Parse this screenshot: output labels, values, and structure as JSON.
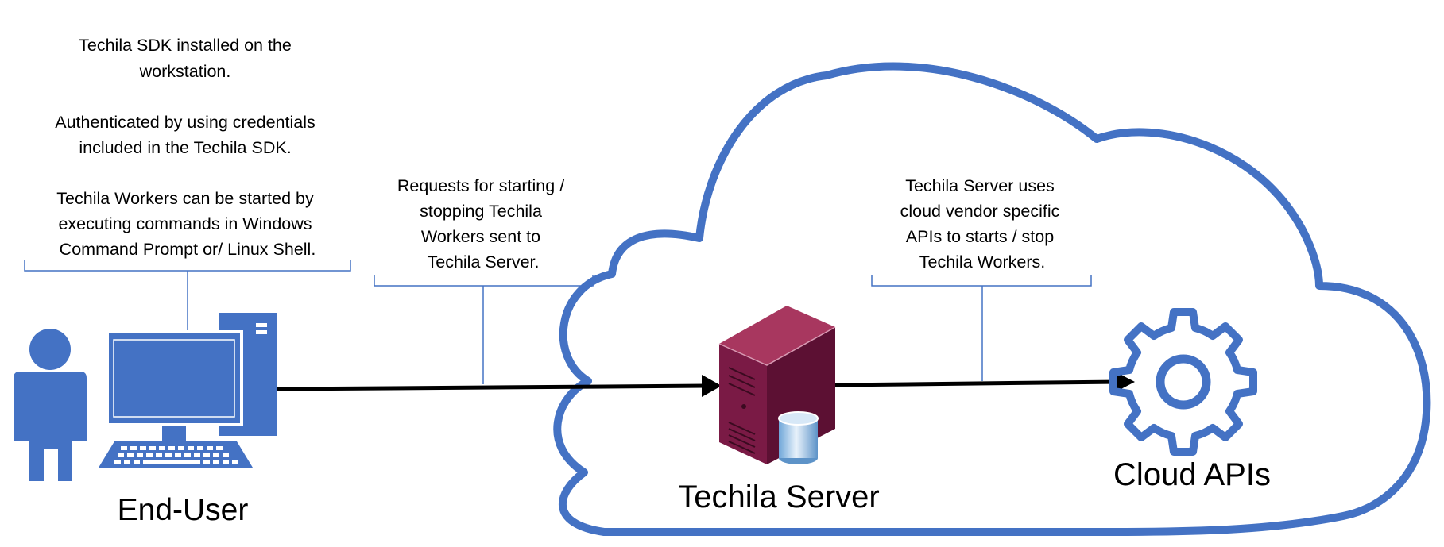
{
  "notes": {
    "workstation": {
      "lines": [
        "Techila SDK installed on the",
        "workstation.",
        "",
        "Authenticated by using credentials",
        "included in the Techila SDK.",
        "",
        "Techila Workers can be started by",
        "executing commands in Windows",
        "Command Prompt or/ Linux Shell."
      ]
    },
    "requests": {
      "lines": [
        "Requests for starting /",
        "stopping Techila",
        "Workers sent to",
        "Techila Server."
      ]
    },
    "server": {
      "lines": [
        "Techila Server uses",
        "cloud vendor specific",
        "APIs to starts / stop",
        "Techila Workers."
      ]
    }
  },
  "nodes": {
    "end_user": {
      "label": "End-User"
    },
    "techila_server": {
      "label": "Techila Server"
    },
    "cloud_apis": {
      "label": "Cloud APIs"
    }
  },
  "colors": {
    "accent_blue": "#4472c4",
    "server_maroon": "#7a1a45",
    "line_black": "#000000"
  }
}
